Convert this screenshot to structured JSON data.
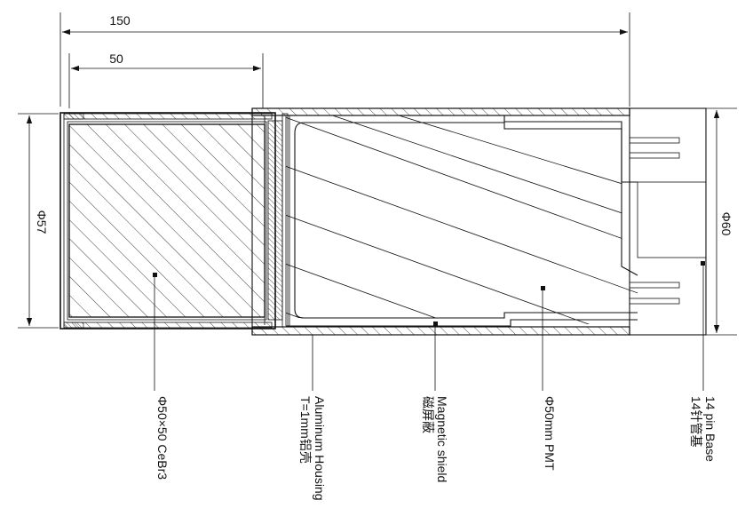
{
  "dimensions": {
    "overall_length": "150",
    "crystal_length": "50",
    "crystal_diameter": "Φ57",
    "base_diameter": "Φ60"
  },
  "callouts": {
    "crystal": "Φ50×50 CeBr3",
    "housing_en": "Aluminum Housing",
    "housing_cn": "T=1mm铝壳",
    "shield_en": "Magnetic shield",
    "shield_cn": "磁屏蔽",
    "pmt": "Φ50mm PMT",
    "base_en": "14 pin Base",
    "base_cn": "14针管基"
  },
  "colors": {
    "line": "#111111",
    "background": "#ffffff"
  }
}
